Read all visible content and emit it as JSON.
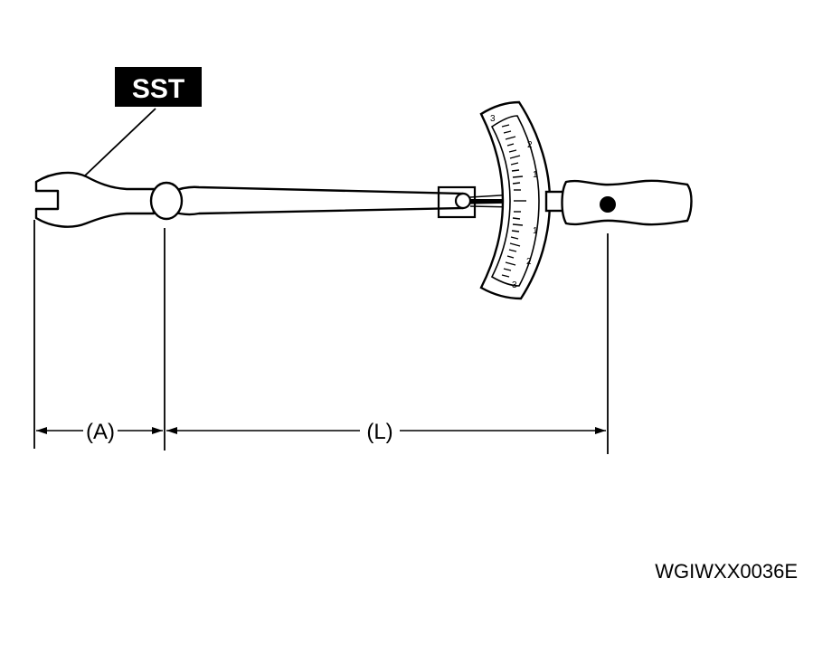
{
  "callout": {
    "sst_label": "SST"
  },
  "dimensions": {
    "a_label": "(A)",
    "l_label": "(L)"
  },
  "scale": {
    "labels": [
      "3",
      "2",
      "1",
      "1",
      "2",
      "3"
    ]
  },
  "figure": {
    "reference_code": "WGIWXX0036E"
  },
  "colors": {
    "ink": "#000000",
    "paper": "#ffffff"
  },
  "icons": {
    "wrench": "open-end-wrench-icon",
    "gauge": "torque-gauge-icon",
    "handle": "handle-grip-icon"
  }
}
